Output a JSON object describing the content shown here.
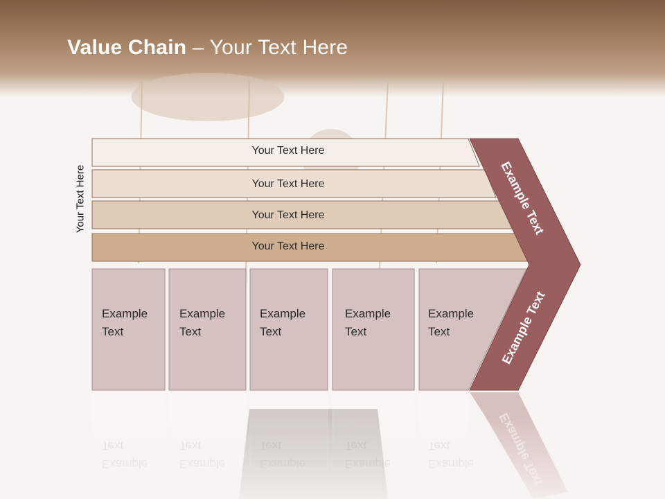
{
  "slide": {
    "title_bold": "Value Chain",
    "title_rest": " – Your Text Here",
    "side_label": "Your Text Here"
  },
  "bars": [
    {
      "label": "Your Text Here",
      "color": "#f7efe9"
    },
    {
      "label": "Your Text Here",
      "color": "#ecdfd2"
    },
    {
      "label": "Your Text Here",
      "color": "#e0cbb7"
    },
    {
      "label": "Your Text Here",
      "color": "#cfae90"
    }
  ],
  "columns": [
    {
      "line1": "Example",
      "line2": "Text"
    },
    {
      "line1": "Example",
      "line2": "Text"
    },
    {
      "line1": "Example",
      "line2": "Text"
    },
    {
      "line1": "Example",
      "line2": "Text"
    },
    {
      "line1": "Example",
      "line2": "Text"
    }
  ],
  "chevron": {
    "upper_label": "Example Text",
    "lower_label": "Example Text",
    "color": "#9a5e5e"
  },
  "colors": {
    "header": "#8b6a4e",
    "column_fill": "#d6c1c1",
    "column_border": "#a99090"
  }
}
